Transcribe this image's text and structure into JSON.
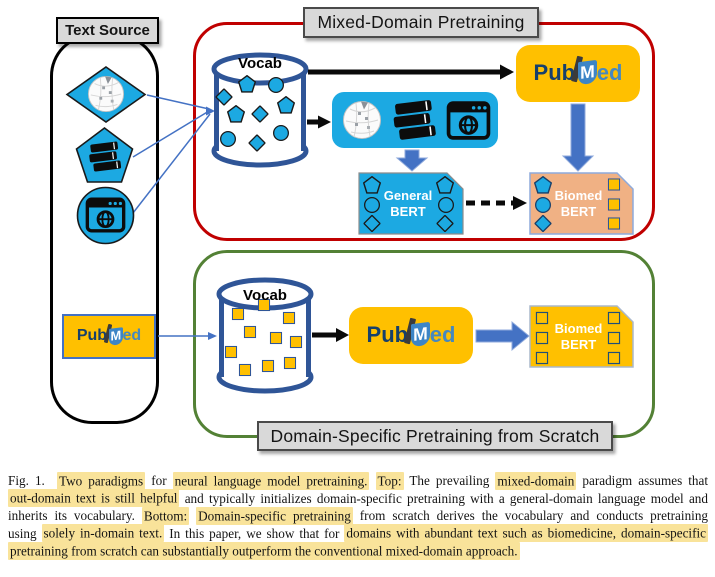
{
  "figure": {
    "text_source": {
      "label": "Text Source"
    },
    "pubmed_logo": {
      "pub": "Pub",
      "m": "M",
      "ed": "ed"
    },
    "top_panel": {
      "title": "Mixed-Domain Pretraining",
      "vocab_label": "Vocab",
      "vocab_tokens": {
        "shapes": [
          "pentagon",
          "circle",
          "diamond"
        ],
        "count": 9
      },
      "general_bert": {
        "line1": "General",
        "line2": "BERT"
      },
      "biomed_bert": {
        "line1": "Biomed",
        "line2": "BERT"
      }
    },
    "bottom_panel": {
      "title": "Domain-Specific Pretraining from Scratch",
      "vocab_label": "Vocab",
      "vocab_tokens": {
        "shapes": [
          "square"
        ],
        "count": 10
      },
      "biomed_bert": {
        "line1": "Biomed",
        "line2": "BERT"
      }
    },
    "icons": {
      "wikipedia-icon": "puzzle-globe",
      "books-icon": "stacked-books",
      "web-browser-icon": "browser-window-with-globe",
      "open-book-icon": "pubmed-open-book",
      "vocab-cylinder": "database-cylinder"
    }
  },
  "caption": {
    "lines": [
      [
        {
          "t": "Fig. 1.  ",
          "h": false
        },
        {
          "t": "Two paradigms",
          "h": true
        },
        {
          "t": " for ",
          "h": false
        },
        {
          "t": "neural language model pretraining.",
          "h": true
        },
        {
          "t": " ",
          "h": false
        },
        {
          "t": "Top:",
          "h": true
        },
        {
          "t": " The prevailing ",
          "h": false
        },
        {
          "t": "mixed-domain",
          "h": true
        },
        {
          "t": " paradigm assumes that",
          "h": false
        }
      ],
      [
        {
          "t": "out-domain text is still helpful",
          "h": true
        },
        {
          "t": " and typically initializes domain-specific pretraining with a general-domain language model and",
          "h": false
        }
      ],
      [
        {
          "t": "inherits its vocabulary. ",
          "h": false
        },
        {
          "t": "Bottom:",
          "h": true
        },
        {
          "t": " ",
          "h": false
        },
        {
          "t": "Domain-specific pretraining",
          "h": true
        },
        {
          "t": " from scratch derives the vocabulary and conducts pretraining",
          "h": false
        }
      ],
      [
        {
          "t": "using ",
          "h": false
        },
        {
          "t": "solely in-domain text.",
          "h": true
        },
        {
          "t": " In this paper, we show that for ",
          "h": false
        },
        {
          "t": "domains with abundant text such as biomedicine, domain-specific",
          "h": true
        }
      ],
      [
        {
          "t": "pretraining from scratch can substantially outperform the conventional mixed-domain approach.",
          "h": true
        }
      ]
    ]
  },
  "colors": {
    "cyan": "#1CA9E2",
    "navy": "#2F5597",
    "red": "#C00000",
    "green": "#538135",
    "yellow": "#FFC000",
    "peach": "#F0B184",
    "arrow_blue": "#4472C4",
    "gray_label": "#D9D9D9",
    "highlight": "#F9E39A",
    "pub_navy": "#17406B",
    "med_blue": "#4788BE",
    "book_blue": "#3D85C6"
  }
}
